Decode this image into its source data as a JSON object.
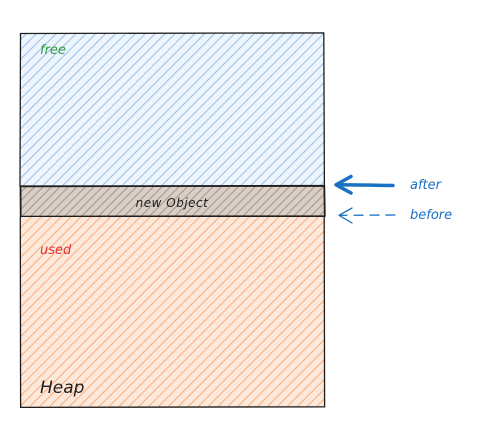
{
  "labels": {
    "free": "free",
    "used": "used",
    "heap": "Heap",
    "new_object": "new Object",
    "after": "after",
    "before": "before"
  },
  "colors": {
    "free_fill": "#a5c8ec",
    "free_text": "#2f9e44",
    "used_fill": "#f9b98c",
    "used_text": "#e03131",
    "object_fill": "#b9aba0",
    "outline": "#1e1e1e",
    "pointer": "#1971c2"
  }
}
